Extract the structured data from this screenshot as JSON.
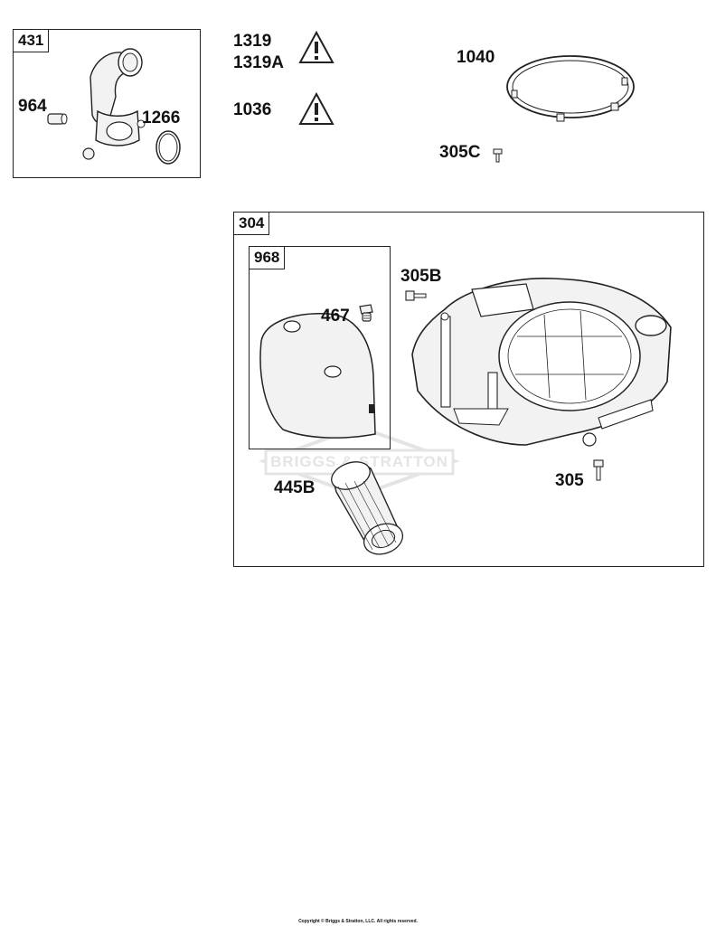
{
  "groups": [
    {
      "id": "431",
      "parts": [
        "964",
        "1266"
      ]
    },
    {
      "id": "304",
      "parts": [
        "305B",
        "305",
        "445B"
      ]
    },
    {
      "id": "968",
      "parts": [
        "467"
      ]
    }
  ],
  "labels": {
    "g431": "431",
    "p964": "964",
    "p1266": "1266",
    "p1319": "1319",
    "p1319A": "1319A",
    "p1036": "1036",
    "p1040": "1040",
    "p305C": "305C",
    "g304": "304",
    "g968": "968",
    "p467": "467",
    "p305B": "305B",
    "p305": "305",
    "p445B": "445B"
  },
  "watermark": "BRIGGS & STRATTON",
  "icons": {
    "warning_1319": "warning-triangle-icon",
    "warning_1036": "warning-triangle-icon"
  },
  "colors": {
    "line": "#222222",
    "part_fill": "#f2f2f2",
    "watermark": "#e4e4e4"
  },
  "copyright": "Copyright © Briggs & Stratton, LLC. All rights reserved."
}
